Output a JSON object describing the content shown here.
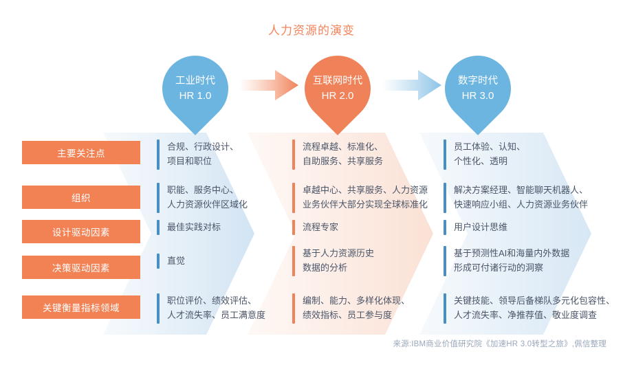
{
  "title": "人力资源的演变",
  "colors": {
    "title": "#f4835a",
    "pin_blue": "#6cb5e0",
    "pin_orange": "#f0825a",
    "label_bar": "#f28154",
    "accent_blue": "#4a8fc4",
    "accent_orange": "#f0825a",
    "body_text": "#4a5568",
    "footer_text": "#9aa8bb",
    "chevron_blue": "#dbe9f5",
    "chevron_orange": "#fbe3d8"
  },
  "stages": [
    {
      "name": "工业时代",
      "code": "HR 1.0",
      "color": "blue"
    },
    {
      "name": "互联网时代",
      "code": "HR 2.0",
      "color": "orange"
    },
    {
      "name": "数字时代",
      "code": "HR 3.0",
      "color": "blue"
    }
  ],
  "connectors": [
    {
      "name": "arrow-1-to-2",
      "color": "orange"
    },
    {
      "name": "arrow-2-to-3",
      "color": "blue"
    }
  ],
  "row_labels": [
    "主要关注点",
    "组织",
    "设计驱动因素",
    "决策驱动因素",
    "关键衡量指标领域"
  ],
  "matrix": {
    "col1": [
      [
        "合规、行政设计、",
        "项目和职位"
      ],
      [
        "职能、服务中心、",
        "人力资源伙伴区域化"
      ],
      [
        "最佳实践对标"
      ],
      [
        "直觉"
      ],
      [
        "职位评价、绩效评估、",
        "人才流失率、员工满意度"
      ]
    ],
    "col2": [
      [
        "流程卓越、标准化、",
        "自助服务、共享服务"
      ],
      [
        "卓越中心、共享服务、人力资源",
        "业务伙伴大部分实现全球标准化"
      ],
      [
        "流程专家"
      ],
      [
        "基于人力资源历史",
        "数据的分析"
      ],
      [
        "编制、能力、多样化体现、",
        "绩效指标、员工参与度"
      ]
    ],
    "col3": [
      [
        "员工体验、认知、",
        "个性化、透明"
      ],
      [
        "解决方案经理、智能聊天机器人、",
        "快速响应小组、人力资源业务伙伴"
      ],
      [
        "用户设计思维"
      ],
      [
        "基于预测性AI和海量内外数据",
        "形成可付诸行动的洞察"
      ],
      [
        "关键技能、领导后备梯队多元化包容性、",
        "人才流失率、净推荐值、敬业度调查"
      ]
    ]
  },
  "footer": "来源:IBM商业价值研究院《加速HR 3.0转型之旅》,佩信整理"
}
